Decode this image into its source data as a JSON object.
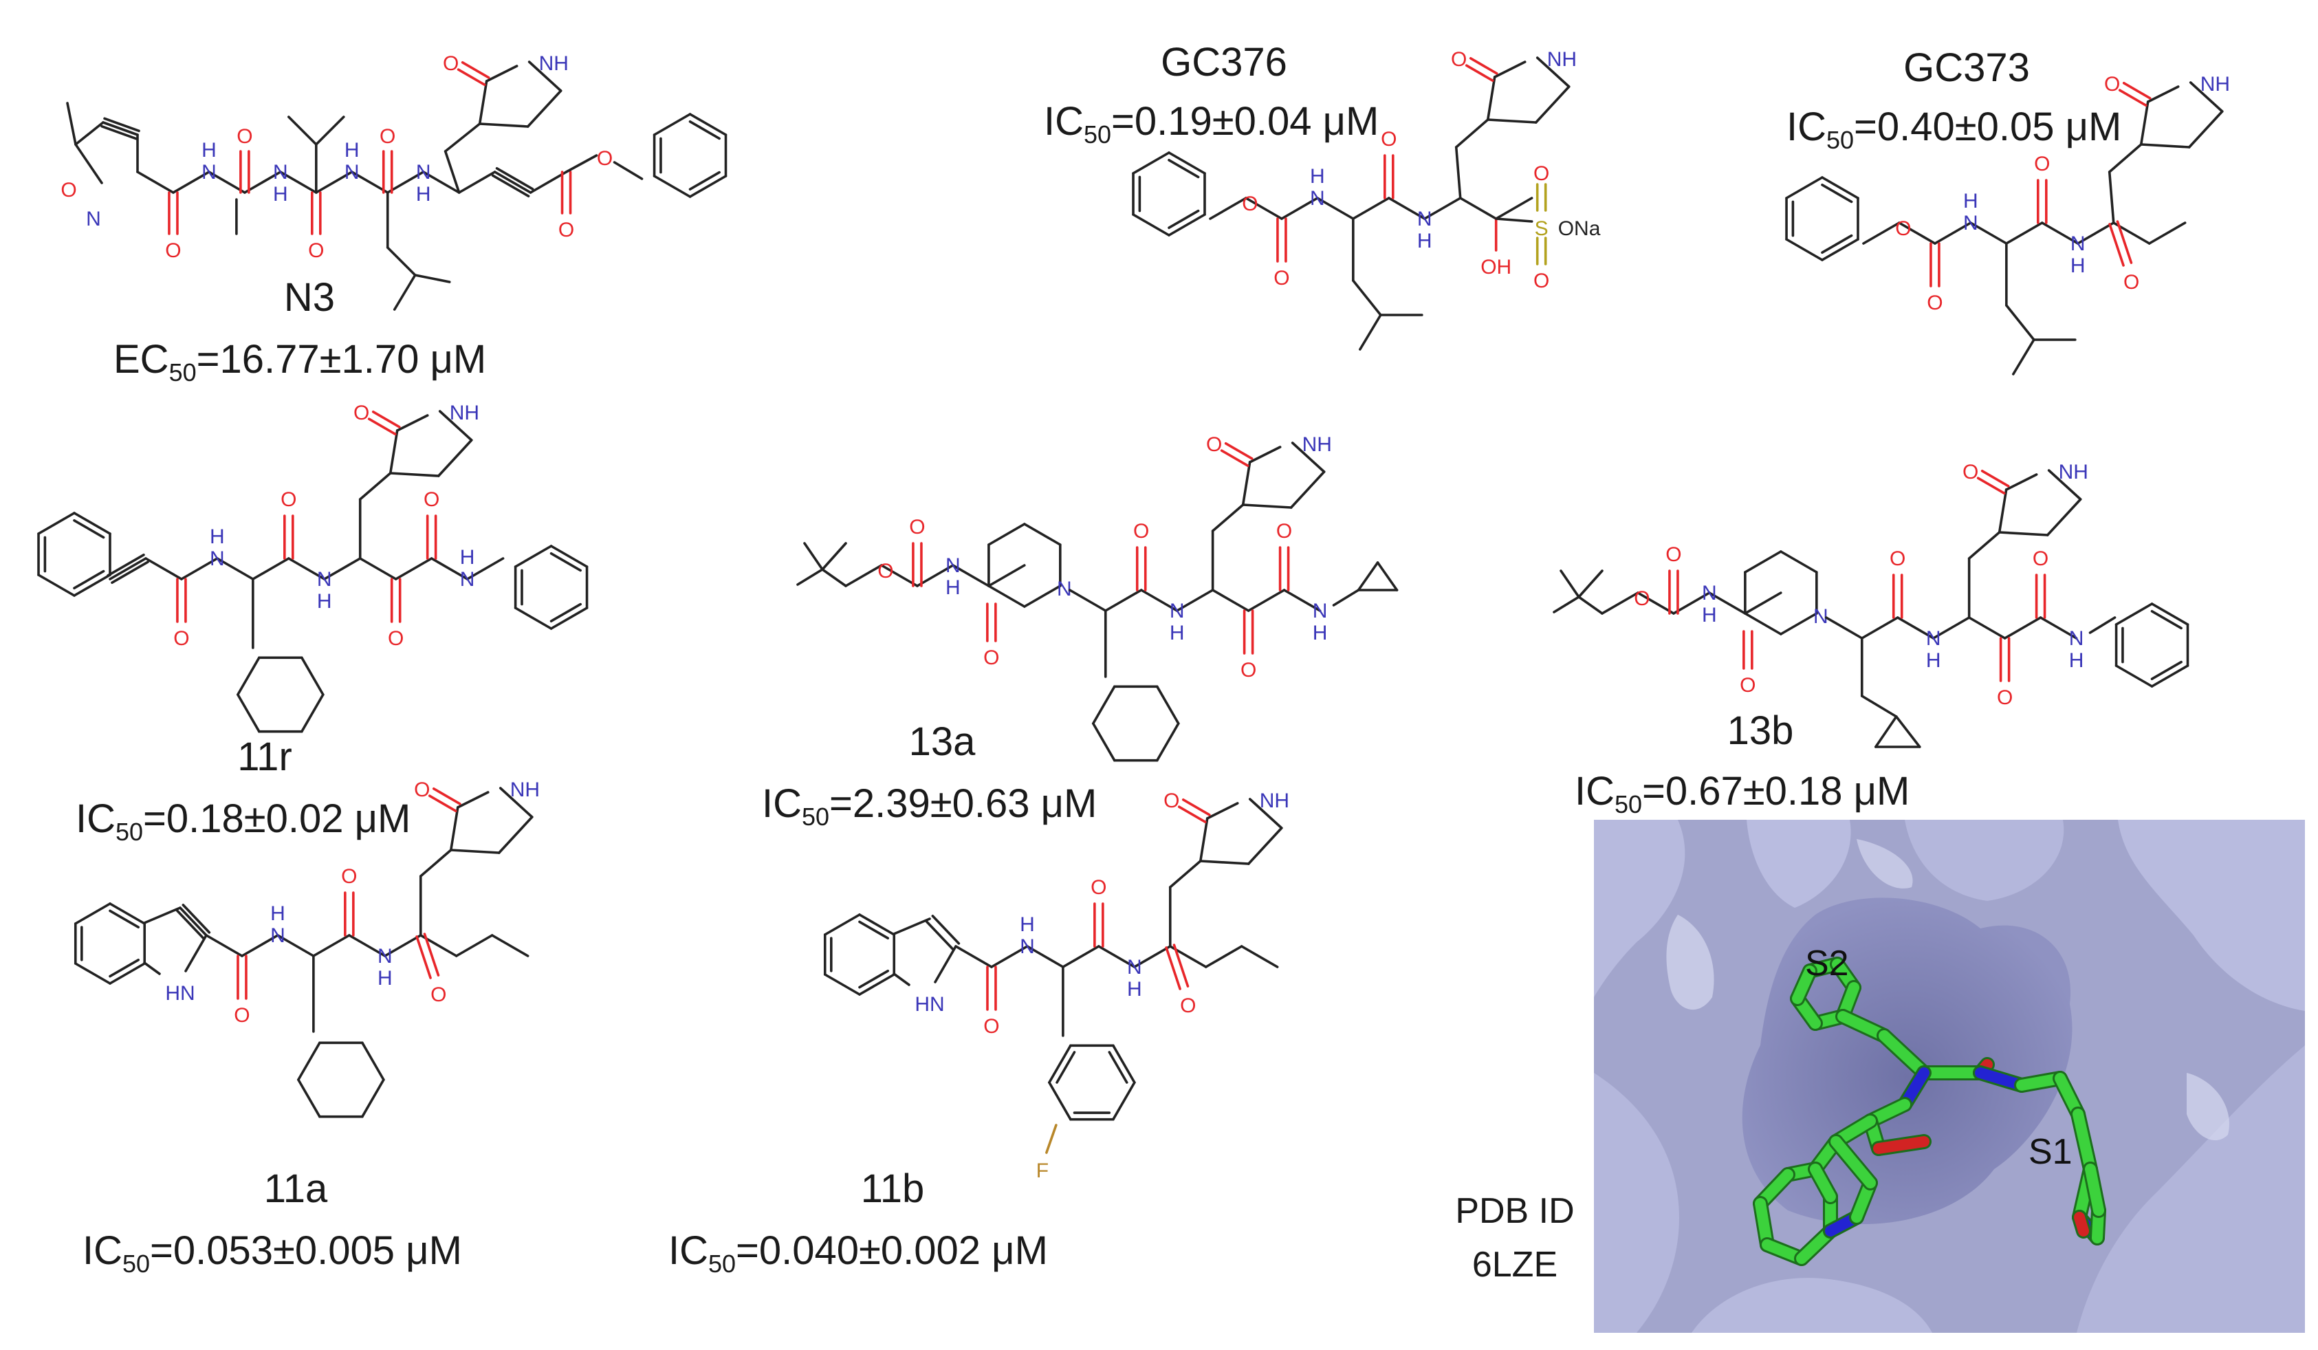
{
  "colors": {
    "bond": "#222222",
    "oxygen": "#e8262a",
    "nitrogen": "#3a36b8",
    "sulfur": "#b3a21e",
    "fluorine": "#b8872a",
    "surface": "#a5a8cf",
    "stick_carbon": "#3cd23c",
    "stick_nitrogen": "#2323d2",
    "stick_oxygen": "#d22323"
  },
  "compounds": [
    {
      "id": "n3",
      "name": "N3",
      "metric": "EC",
      "subscript": "50",
      "value": "=16.77±1.70 μM"
    },
    {
      "id": "gc376",
      "name": "GC376",
      "metric": "IC",
      "subscript": "50",
      "value": "=0.19±0.04 μM"
    },
    {
      "id": "gc373",
      "name": "GC373",
      "metric": "IC",
      "subscript": "50",
      "value": "=0.40±0.05 μM"
    },
    {
      "id": "11r",
      "name": "11r",
      "metric": "IC",
      "subscript": "50",
      "value": "=0.18±0.02 μM"
    },
    {
      "id": "13a",
      "name": "13a",
      "metric": "IC",
      "subscript": "50",
      "value": "=2.39±0.63 μM"
    },
    {
      "id": "13b",
      "name": "13b",
      "metric": "IC",
      "subscript": "50",
      "value": "=0.67±0.18 μM"
    },
    {
      "id": "11a",
      "name": "11a",
      "metric": "IC",
      "subscript": "50",
      "value": "=0.053±0.005 μM"
    },
    {
      "id": "11b",
      "name": "11b",
      "metric": "IC",
      "subscript": "50",
      "value": "=0.040±0.002 μM"
    }
  ],
  "atoms": {
    "nh": "NH",
    "n": "N",
    "h": "H",
    "o": "O",
    "hn": "HN",
    "oh": "OH",
    "s": "S",
    "ona": "ONa",
    "f": "F"
  },
  "pdb": {
    "line1": "PDB ID",
    "line2": "6LZE"
  },
  "binding_sites": {
    "s1": "S1",
    "s2": "S2"
  }
}
